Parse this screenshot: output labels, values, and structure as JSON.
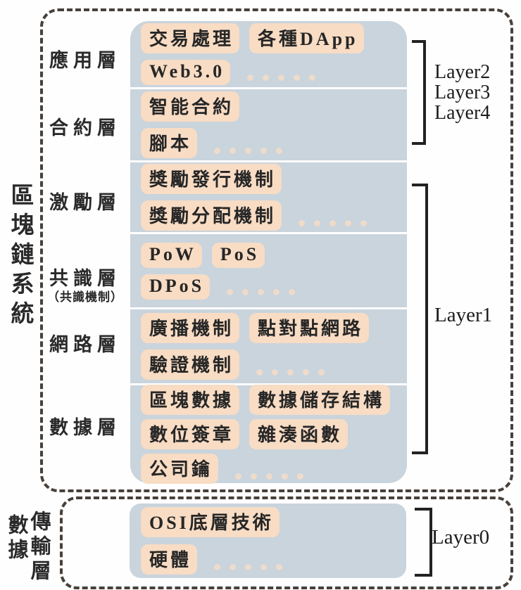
{
  "colors": {
    "section_blue": "#c9d4dd",
    "pill_peach": "#f8dcc4",
    "dash_border": "#47403a",
    "text_dark": "#262626"
  },
  "main_title": "區塊鏈系統",
  "main_box": {
    "layers": [
      {
        "id": "application",
        "label": "應用層",
        "rows": [
          {
            "pills": [
              "交易處理",
              "各種DApp"
            ]
          },
          {
            "pills": [
              "Web3.0"
            ],
            "dots": 5
          }
        ]
      },
      {
        "id": "contract",
        "label": "合約層",
        "rows": [
          {
            "pills": [
              "智能合約"
            ]
          },
          {
            "pills": [
              "腳本"
            ],
            "dots": 5
          }
        ]
      },
      {
        "id": "incentive",
        "label": "激勵層",
        "rows": [
          {
            "pills": [
              "獎勵發行機制"
            ]
          },
          {
            "pills": [
              "獎勵分配機制"
            ],
            "dots": 5
          }
        ]
      },
      {
        "id": "consensus",
        "label": "共識層",
        "sublabel": "（共識機制）",
        "rows": [
          {
            "pills": [
              "PoW",
              "PoS"
            ]
          },
          {
            "pills": [
              "DPoS"
            ],
            "dots": 5
          }
        ]
      },
      {
        "id": "network",
        "label": "網路層",
        "rows": [
          {
            "pills": [
              "廣播機制",
              "點對點網路"
            ]
          },
          {
            "pills": [
              "驗證機制"
            ],
            "dots": 5
          }
        ]
      },
      {
        "id": "data",
        "label": "數據層",
        "rows": [
          {
            "pills": [
              "區塊數據",
              "數據儲存結構"
            ]
          },
          {
            "pills": [
              "數位簽章",
              "雜湊函數"
            ]
          },
          {
            "pills": [
              "公司鑰"
            ],
            "dots": 5
          }
        ]
      }
    ]
  },
  "right_labels": {
    "top_bracket": [
      "Layer2",
      "Layer3",
      "Layer4"
    ],
    "middle_bracket": "Layer1",
    "bottom_bracket": "Layer0"
  },
  "bottom_box": {
    "label": "數據傳輸層",
    "label_columns": [
      "數據",
      "傳輸層"
    ],
    "rows": [
      {
        "pills": [
          "OSI底層技術"
        ]
      },
      {
        "pills": [
          "硬體"
        ],
        "dots": 5
      }
    ]
  }
}
